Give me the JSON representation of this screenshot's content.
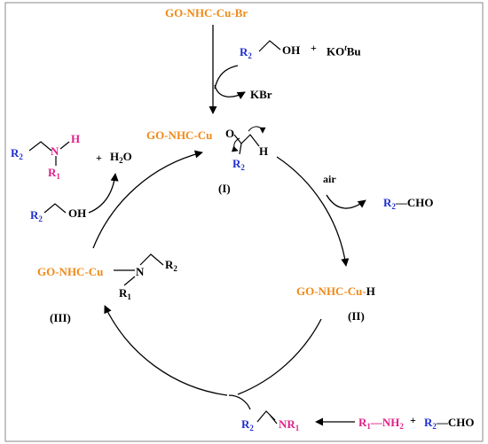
{
  "catalyst": {
    "name": "GO-NHC-Cu-Br"
  },
  "reagents": {
    "alcohol_r": "R",
    "alcohol_sub": "2",
    "alcohol_oh": "OH",
    "plus": "+",
    "base_pre": "KO",
    "base_t": "t",
    "base_post": "Bu",
    "byproduct": "KBr"
  },
  "intermediate_I": {
    "cat": "GO-NHC-Cu",
    "O": "O",
    "H": "H",
    "r": "R",
    "r_sub": "2",
    "label": "(I)"
  },
  "air": "air",
  "aldehyde_out": {
    "r": "R",
    "r_sub": "2",
    "cho": "—CHO"
  },
  "intermediate_II": {
    "cat": "GO-NHC-Cu-",
    "H": "H",
    "label": "(II)"
  },
  "condensation": {
    "amine_r": "R",
    "amine_r_sub": "1",
    "amine_nh2": "—NH",
    "amine_nh2_sub": "2",
    "plus": "+",
    "ald_r": "R",
    "ald_r_sub": "2",
    "ald_cho": "—CHO"
  },
  "imine": {
    "r2": "R",
    "r2_sub": "2",
    "nr": "NR",
    "nr_sub": "1"
  },
  "intermediate_III": {
    "cat": "GO-NHC-Cu",
    "N": "N",
    "r2": "R",
    "r2_sub": "2",
    "r1": "R",
    "r1_sub": "1",
    "label": "(III)"
  },
  "alcohol_in": {
    "r": "R",
    "r_sub": "2",
    "oh": "OH"
  },
  "product": {
    "r2": "R",
    "r2_sub": "2",
    "N": "N",
    "H": "H",
    "r1": "R",
    "r1_sub": "1",
    "plus": "+",
    "water": "H",
    "water_sub": "2",
    "water_o": "O"
  }
}
